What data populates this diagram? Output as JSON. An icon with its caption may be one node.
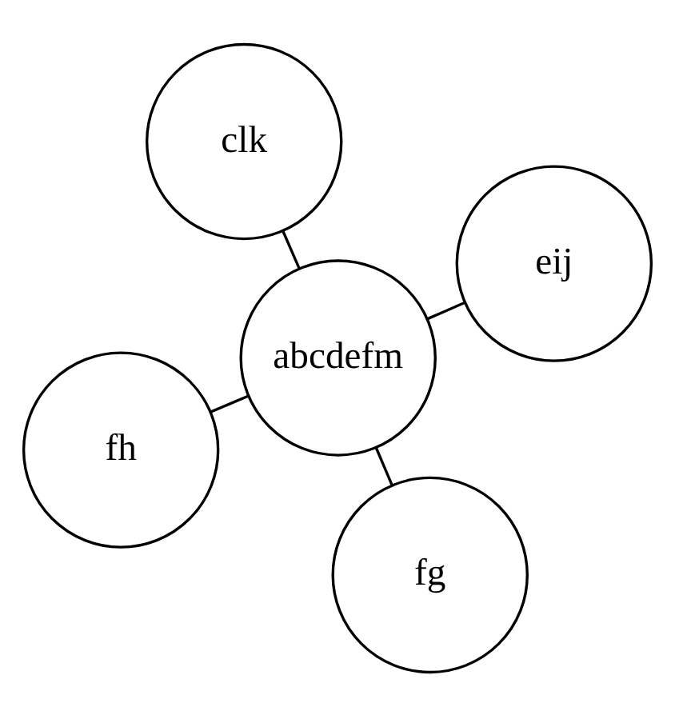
{
  "diagram": {
    "nodes": [
      {
        "text": [
          "fh"
        ]
      },
      {
        "text": [
          "abcdefm"
        ]
      },
      {
        "text": [
          "fg"
        ]
      },
      {
        "text": [
          "clk"
        ]
      },
      {
        "text": [
          "eij"
        ]
      }
    ],
    "edges": [
      {
        "from": 1,
        "to": 0,
        "arrow": "none"
      },
      {
        "from": 1,
        "to": 2,
        "arrow": "none"
      },
      {
        "from": 1,
        "to": 3,
        "arrow": "none"
      },
      {
        "from": 1,
        "to": 4,
        "arrow": "none"
      }
    ]
  }
}
